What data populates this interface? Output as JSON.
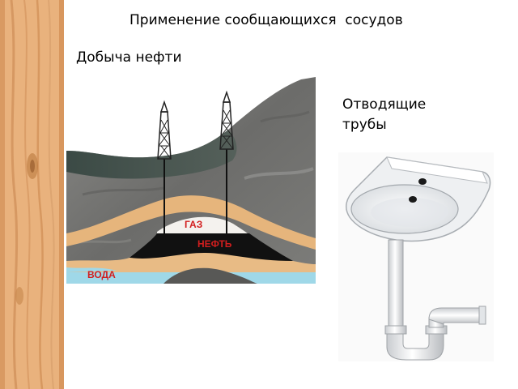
{
  "slide": {
    "title": "Применение сообщающихся  сосудов"
  },
  "left_panel": {
    "caption": "Добыча нефти",
    "labels": {
      "gas": "ГАЗ",
      "oil": "НЕФТЬ",
      "water": "ВОДА"
    },
    "colors": {
      "rock": "#6e6e6c",
      "sand": "#e6b57c",
      "oil": "#111111",
      "water": "#9fd8e8",
      "label": "#d21e1e"
    }
  },
  "right_panel": {
    "caption_line1": "Отводящие",
    "caption_line2": "трубы"
  }
}
